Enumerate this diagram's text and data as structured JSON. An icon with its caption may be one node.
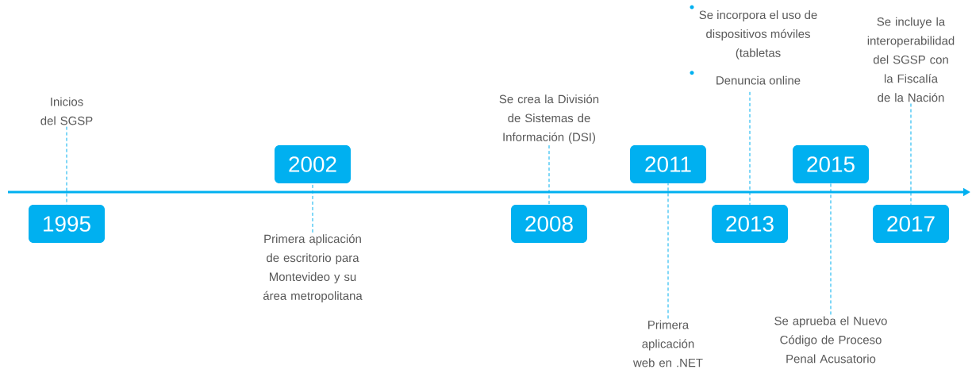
{
  "diagram": {
    "nodes": [
      {
        "text": [
          "1995"
        ]
      },
      {
        "text": [
          "Inicios del SGSP"
        ]
      },
      {
        "text": [
          "2002"
        ]
      },
      {
        "text": [
          "Primera aplicación de escritorio para Montevideo y su área metropolitana"
        ]
      },
      {
        "text": [
          "2008"
        ]
      },
      {
        "text": [
          "Se crea la División de Sistemas de Información (DSI)"
        ]
      },
      {
        "text": [
          "2011"
        ]
      },
      {
        "text": [
          "Primera aplicación web en .NET"
        ]
      },
      {
        "text": [
          "2013"
        ]
      },
      {
        "text": [
          "Se incorpora el uso de dispositivos móviles (tabletas",
          "Denuncia online"
        ]
      },
      {
        "text": [
          "2015"
        ]
      },
      {
        "text": [
          "Se aprueba el Nuevo Código de Proceso Penal Acusatorio"
        ]
      },
      {
        "text": [
          "2017"
        ]
      },
      {
        "text": [
          "Se incluye la interoperabilidad del SGSP con la Fiscalía de la Nación"
        ]
      }
    ],
    "edges": [
      {
        "from": 1,
        "to": 0,
        "arrow": "none",
        "style": "dashed"
      },
      {
        "from": 3,
        "to": 2,
        "arrow": "none",
        "style": "dashed"
      },
      {
        "from": 5,
        "to": 4,
        "arrow": "none",
        "style": "dashed"
      },
      {
        "from": 7,
        "to": 6,
        "arrow": "none",
        "style": "dashed"
      },
      {
        "from": 9,
        "to": 8,
        "arrow": "none",
        "style": "dashed"
      },
      {
        "from": 11,
        "to": 10,
        "arrow": "none",
        "style": "dashed"
      },
      {
        "from": 13,
        "to": 12,
        "arrow": "none",
        "style": "dashed"
      }
    ]
  }
}
